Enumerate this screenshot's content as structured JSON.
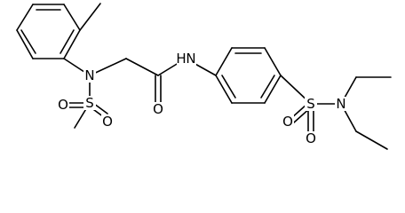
{
  "structure": {
    "atoms": {
      "N1": "N",
      "N2": "N",
      "N3": "N",
      "H_amide": "H",
      "O_amide": "O",
      "S1": "S",
      "S2": "S",
      "O_s1_a": "O",
      "O_s1_b": "O",
      "O_s2_a": "O",
      "O_s2_b": "O"
    }
  },
  "colors": {
    "bond": "#000000",
    "text": "#000000",
    "background": "#ffffff"
  }
}
